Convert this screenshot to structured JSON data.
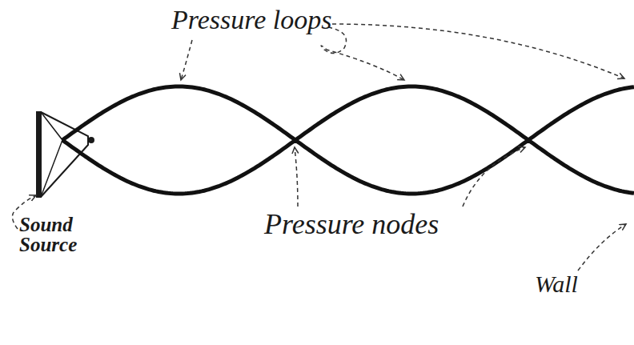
{
  "diagram": {
    "labels": [
      "Pressure loops",
      "Pressure nodes",
      "Sound Source",
      "Wall"
    ]
  }
}
